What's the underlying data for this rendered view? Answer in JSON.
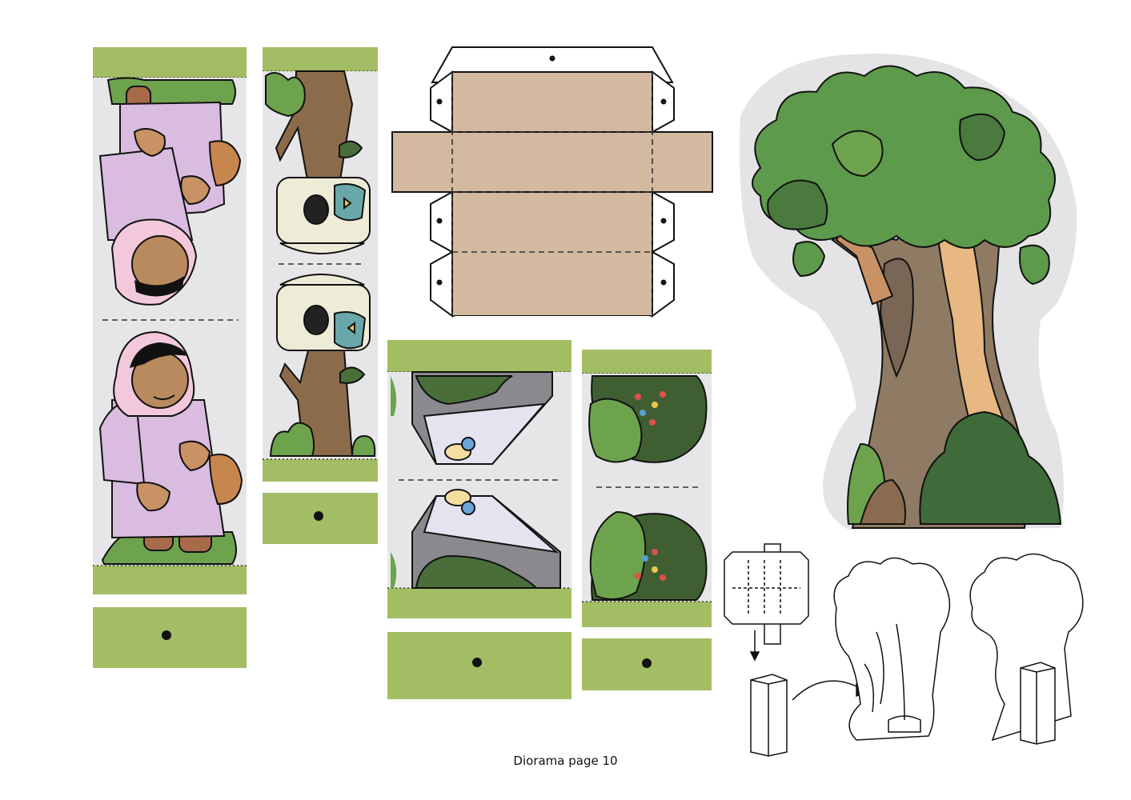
{
  "page": {
    "caption": "Diorama page 10"
  },
  "colors": {
    "tab_green": "#a3bd64",
    "panel_grey": "#e6e6e8",
    "box_tan": "#d3b99f",
    "robe_lilac": "#d9bce0",
    "leaf_green": "#5d9a4b",
    "leaf_dark": "#4a6e3a",
    "trunk_brown": "#8c6b4b",
    "trunk_tan": "#e8b883"
  },
  "pieces": [
    {
      "name": "woman-strip",
      "content": "woman-figure"
    },
    {
      "name": "birdhouse-strip",
      "content": "tree-with-birdhouse"
    },
    {
      "name": "box-net",
      "content": "fold-out-box"
    },
    {
      "name": "rock-strip",
      "content": "rock-with-bee"
    },
    {
      "name": "bush-strip",
      "content": "berry-bush"
    },
    {
      "name": "big-tree",
      "content": "tree"
    },
    {
      "name": "assembly-instructions",
      "content": "diagram"
    }
  ]
}
